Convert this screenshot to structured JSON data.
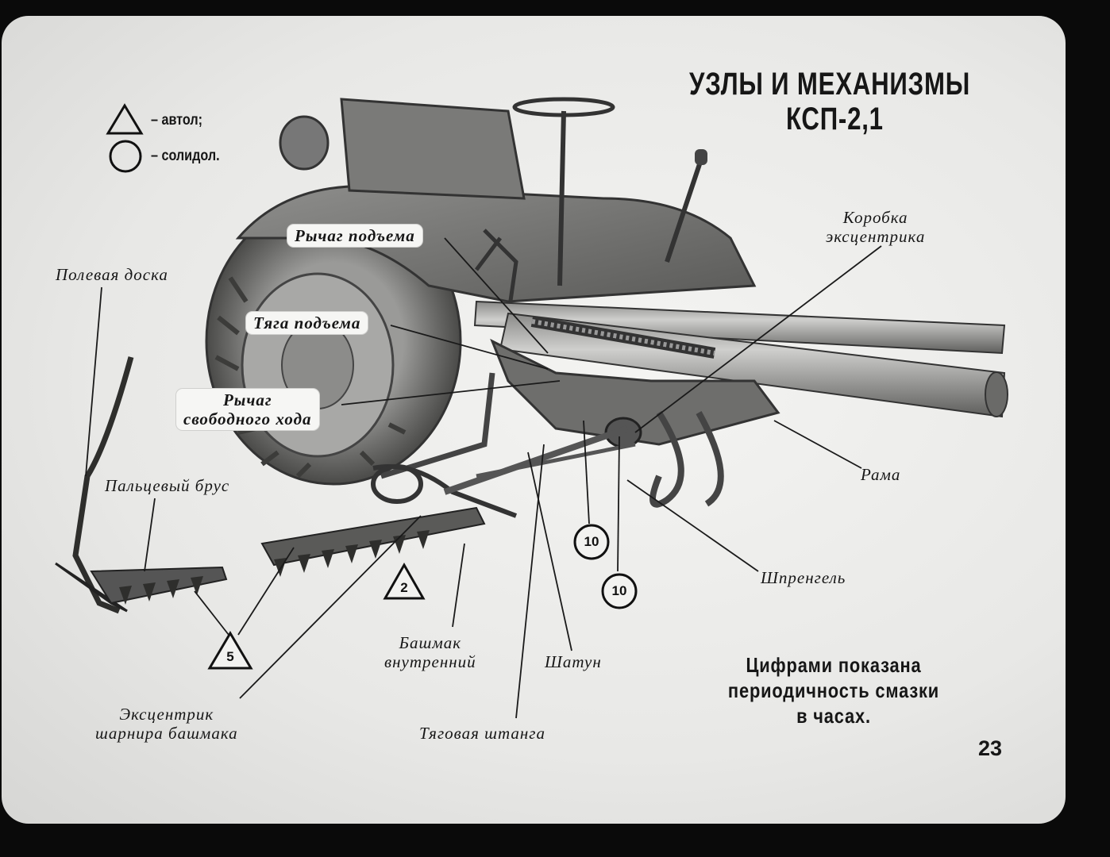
{
  "title": {
    "line1": "УЗЛЫ И МЕХАНИЗМЫ",
    "line2": "КСП-2,1"
  },
  "legend": [
    {
      "icon": "triangle-icon",
      "text": "– автол;"
    },
    {
      "icon": "circle-icon",
      "text": "– солидол."
    }
  ],
  "labels": {
    "lift_lever": "Рычаг подъема",
    "lift_rod": "Тяга подъема",
    "free_lever_1": "Рычаг",
    "free_lever_2": "свободного хода",
    "field_board": "Полевая доска",
    "finger_bar": "Пальцевый брус",
    "eccentric_box_1": "Коробка",
    "eccentric_box_2": "эксцентрика",
    "frame": "Рама",
    "truss": "Шпренгель",
    "inner_shoe_1": "Башмак",
    "inner_shoe_2": "внутренний",
    "connecting_rod": "Шатун",
    "shoe_eccentric_1": "Эксцентрик",
    "shoe_eccentric_2": "шарнира башмака",
    "draw_bar": "Тяговая штанга"
  },
  "lubrication_marks": [
    {
      "shape": "triangle",
      "value": "2"
    },
    {
      "shape": "triangle",
      "value": "5"
    },
    {
      "shape": "circle",
      "value": "10"
    },
    {
      "shape": "circle",
      "value": "10"
    }
  ],
  "note": {
    "line1": "Цифрами показана",
    "line2": "периодичность смазки",
    "line3": "в часах."
  },
  "page_number": "23"
}
